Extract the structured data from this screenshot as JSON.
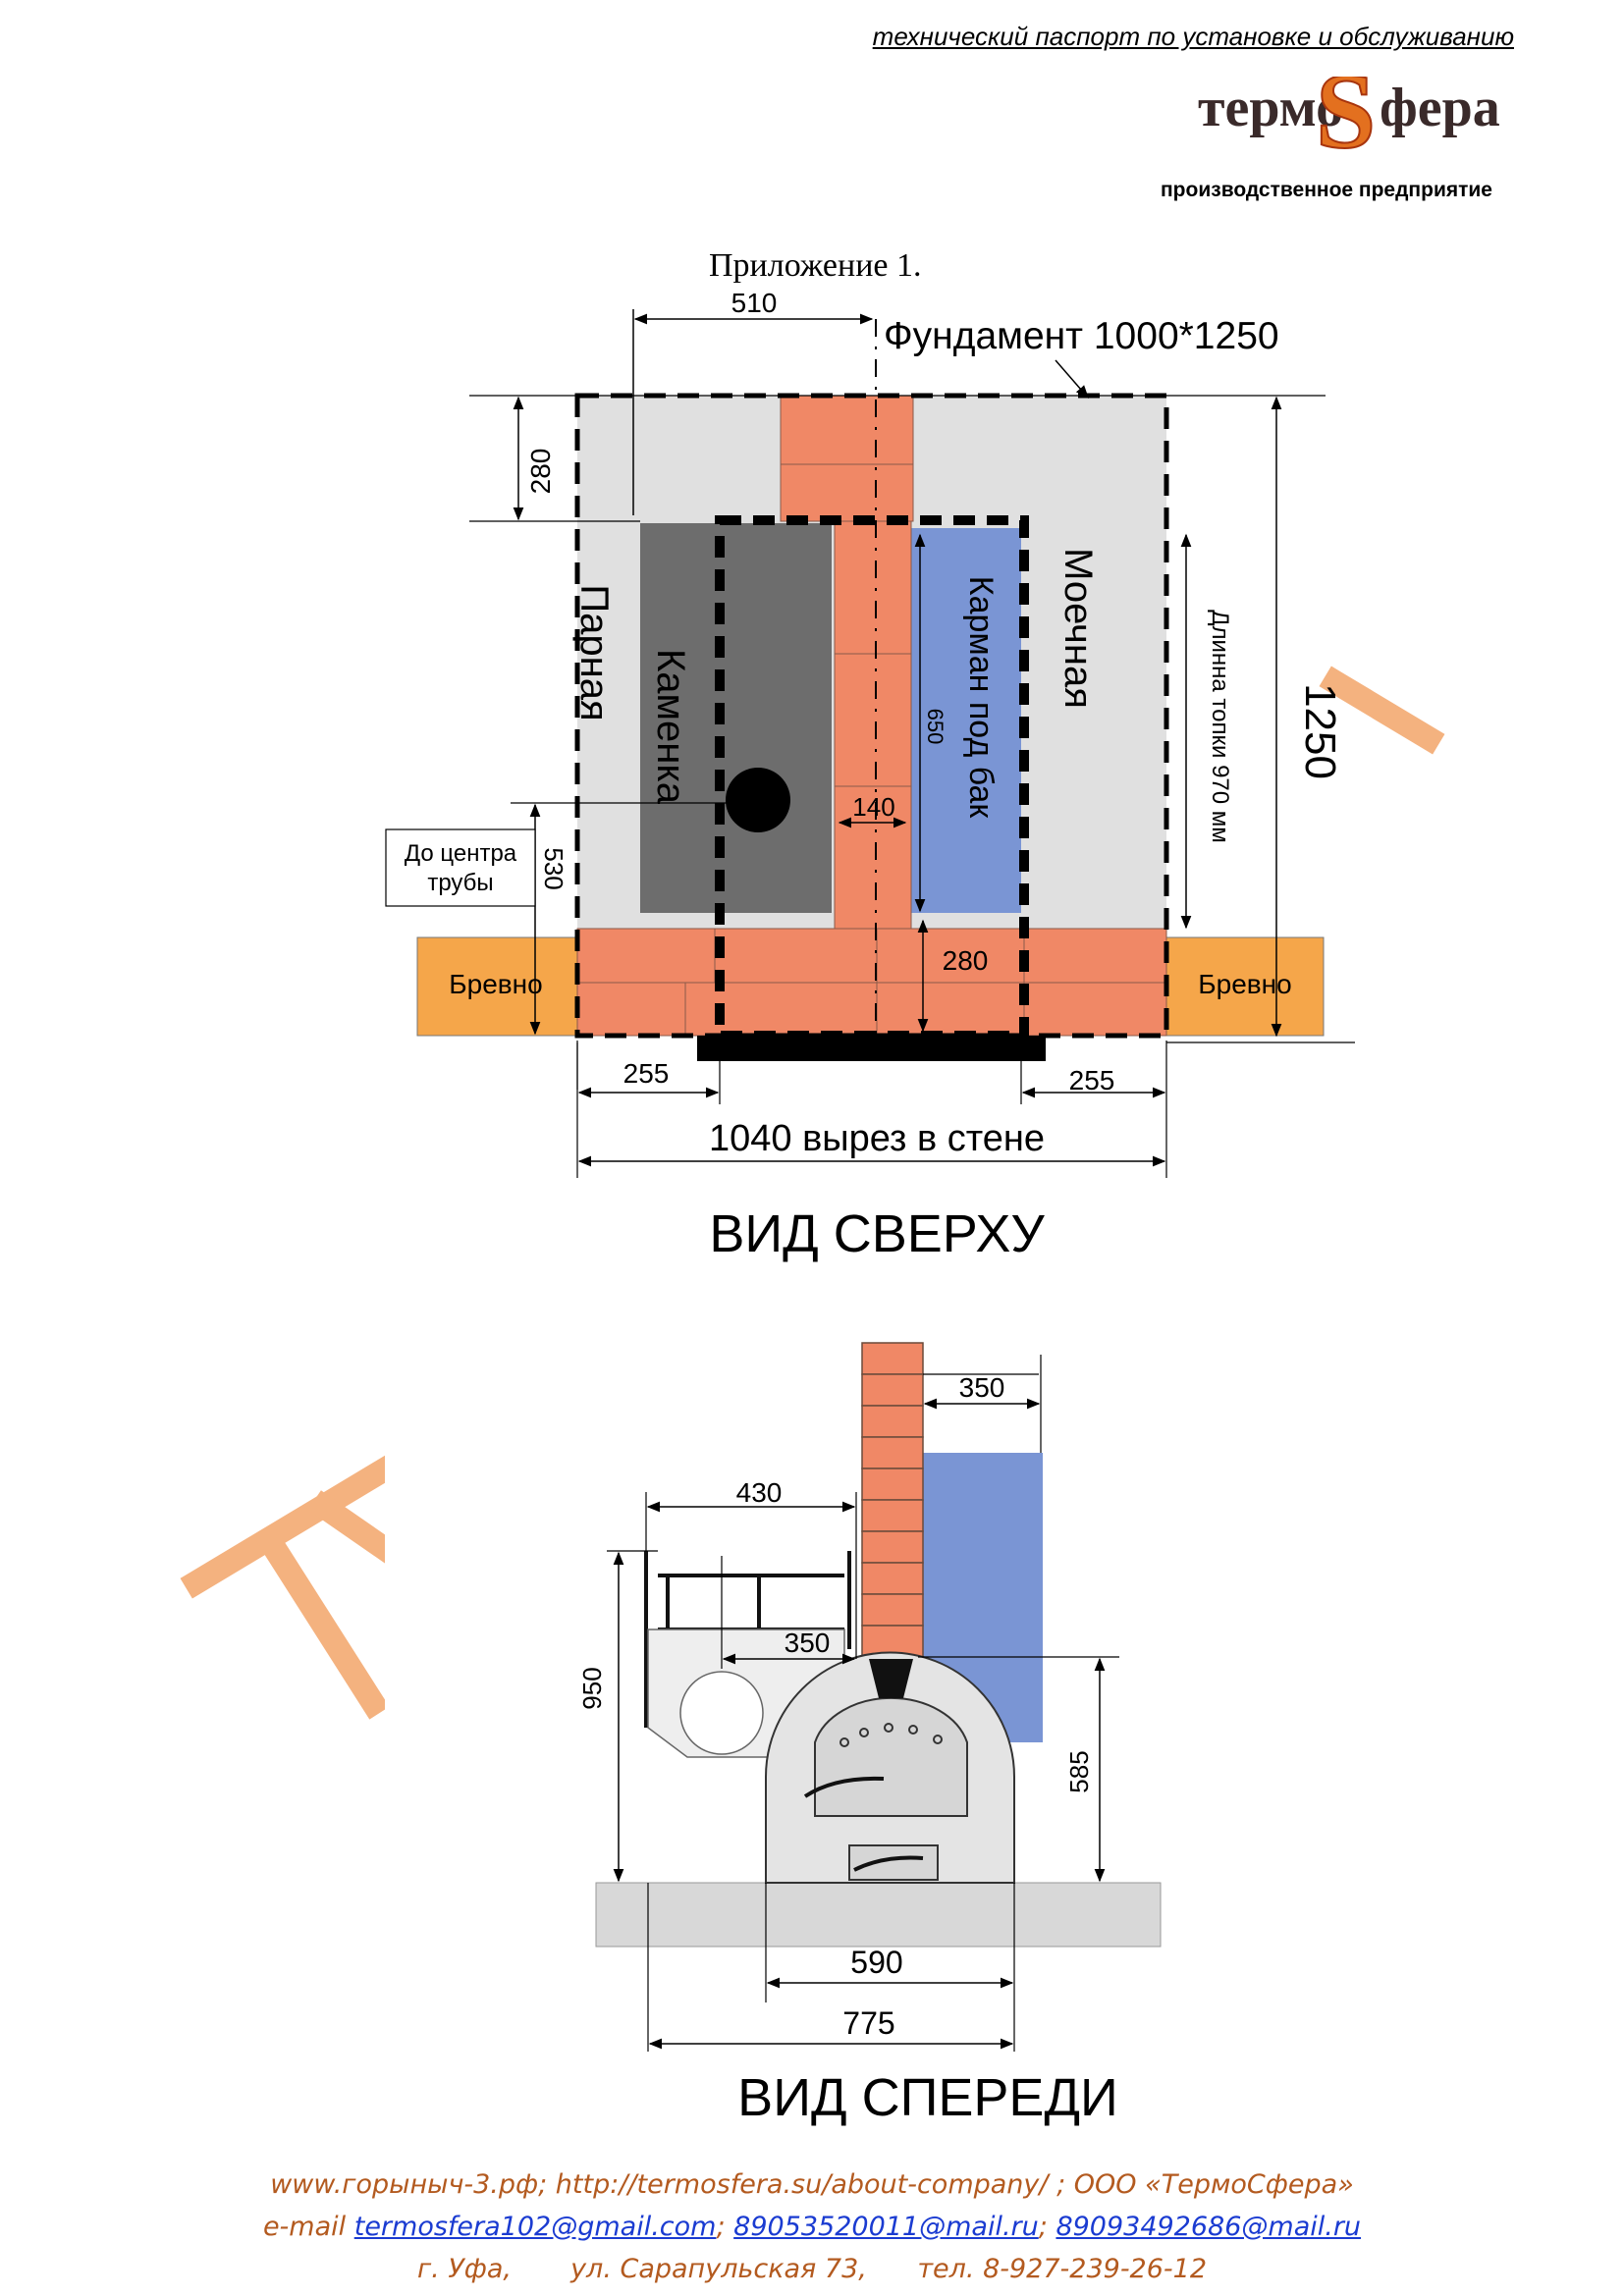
{
  "header": {
    "title": "технический паспорт по установке и обслуживанию",
    "logo_text_left": "термо",
    "logo_letter": "S",
    "logo_text_right": "фера",
    "logo_subtitle": "производственное предприятие"
  },
  "appendix_title": "Приложение 1.",
  "top_view": {
    "title": "ВИД СВЕРХУ",
    "foundation_label": "Фундамент 1000*1250",
    "dim_510": "510",
    "dim_280_top": "280",
    "dim_1250": "1250",
    "dim_firebox_length": "Длинна топки 970 мм",
    "label_steam_room": "Парная",
    "label_heater": "Каменка",
    "label_wash_room": "Моечная",
    "label_tank_pocket": "Карман под бак",
    "dim_650": "650",
    "dim_140": "140",
    "dim_530": "530",
    "label_to_pipe_center": "До центра трубы",
    "dim_280_bottom": "280",
    "label_log_left": "Бревно",
    "label_log_right": "Бревно",
    "dim_255_left": "255",
    "dim_255_right": "255",
    "dim_cutout": "1040 вырез в стене"
  },
  "front_view": {
    "title": "ВИД СПЕРЕДИ",
    "dim_350_top": "350",
    "dim_430": "430",
    "dim_350_mid": "350",
    "dim_950": "950",
    "dim_585": "585",
    "dim_590": "590",
    "dim_775": "775"
  },
  "colors": {
    "brick": "#f08866",
    "stone_heater": "#6d6d6d",
    "tank_pocket": "#7a95d4",
    "foundation": "#e0e0e0",
    "log": "#f5a64a",
    "watermark": "#f4b27f",
    "footer_text": "#b35a1f",
    "link": "#1a3bd1"
  },
  "footer": {
    "line1": "www.горыныч-3.рф;  http://termosfera.su/about-company/ ;  ООО «ТермоСфера»",
    "email_label": "e-mail ",
    "email1": "termosfera102@gmail.com",
    "sep1": "; ",
    "email2": "89053520011@mail.ru",
    "sep2": "; ",
    "email3": "89093492686@mail.ru",
    "line3": "г. Уфа,       ул. Сарапульская 73,      тел. 8-927-239-26-12"
  }
}
